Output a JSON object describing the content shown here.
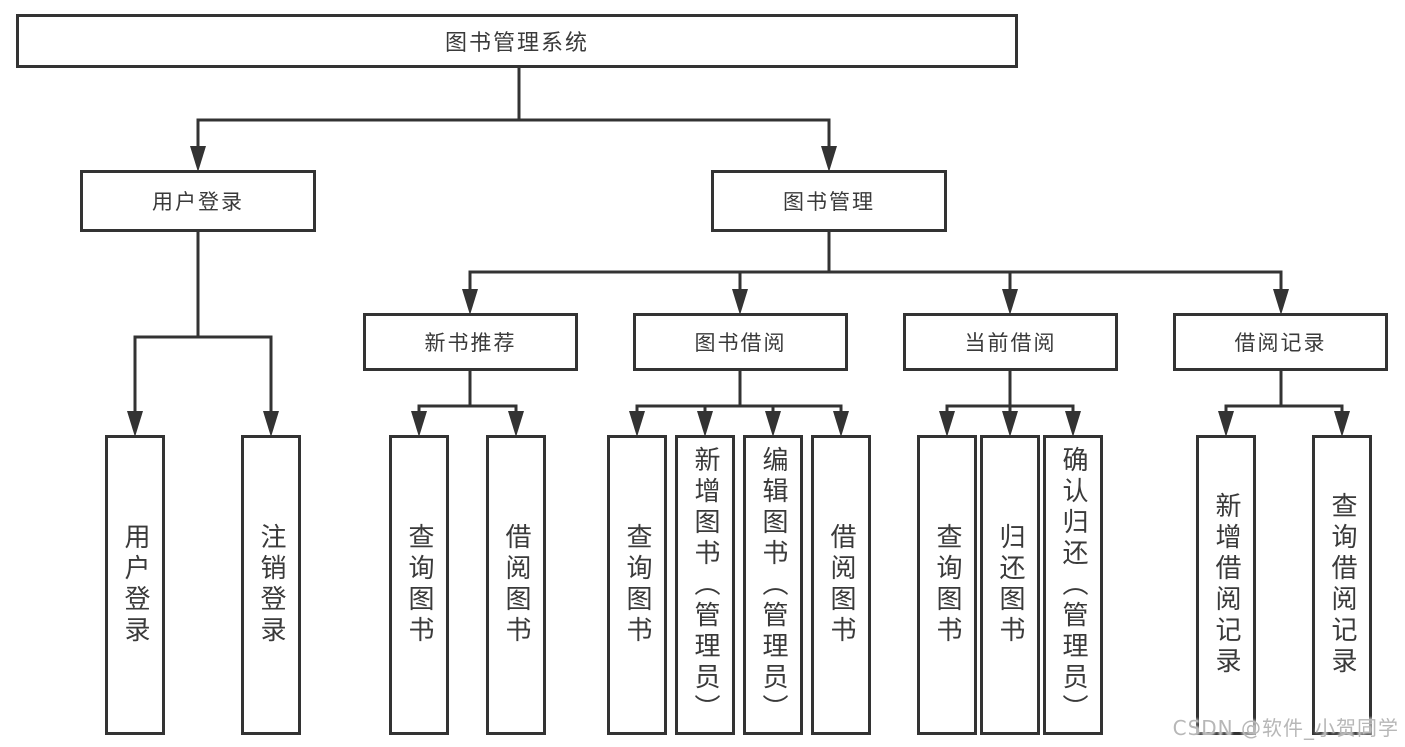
{
  "diagram": {
    "title": "图书管理系统",
    "level2": {
      "user_login": "用户登录",
      "book_management": "图书管理"
    },
    "level3": {
      "new_book_recommend": "新书推荐",
      "book_borrow": "图书借阅",
      "current_borrow": "当前借阅",
      "borrow_record": "借阅记录"
    },
    "leaves": {
      "user_login": [
        "用户登录",
        "注销登录"
      ],
      "new_book_recommend": [
        "查询图书",
        "借阅图书"
      ],
      "book_borrow": [
        "查询图书",
        "新增图书（管理员）",
        "编辑图书（管理员）",
        "借阅图书"
      ],
      "current_borrow": [
        "查询图书",
        "归还图书",
        "确认归还（管理员）"
      ],
      "borrow_record": [
        "新增借阅记录",
        "查询借阅记录"
      ]
    },
    "colors": {
      "line": "#333333",
      "text": "#3a3a3a",
      "background": "#ffffff",
      "watermark": "#b7b7b7"
    }
  },
  "watermark": {
    "text": "CSDN @软件_小贺同学"
  }
}
